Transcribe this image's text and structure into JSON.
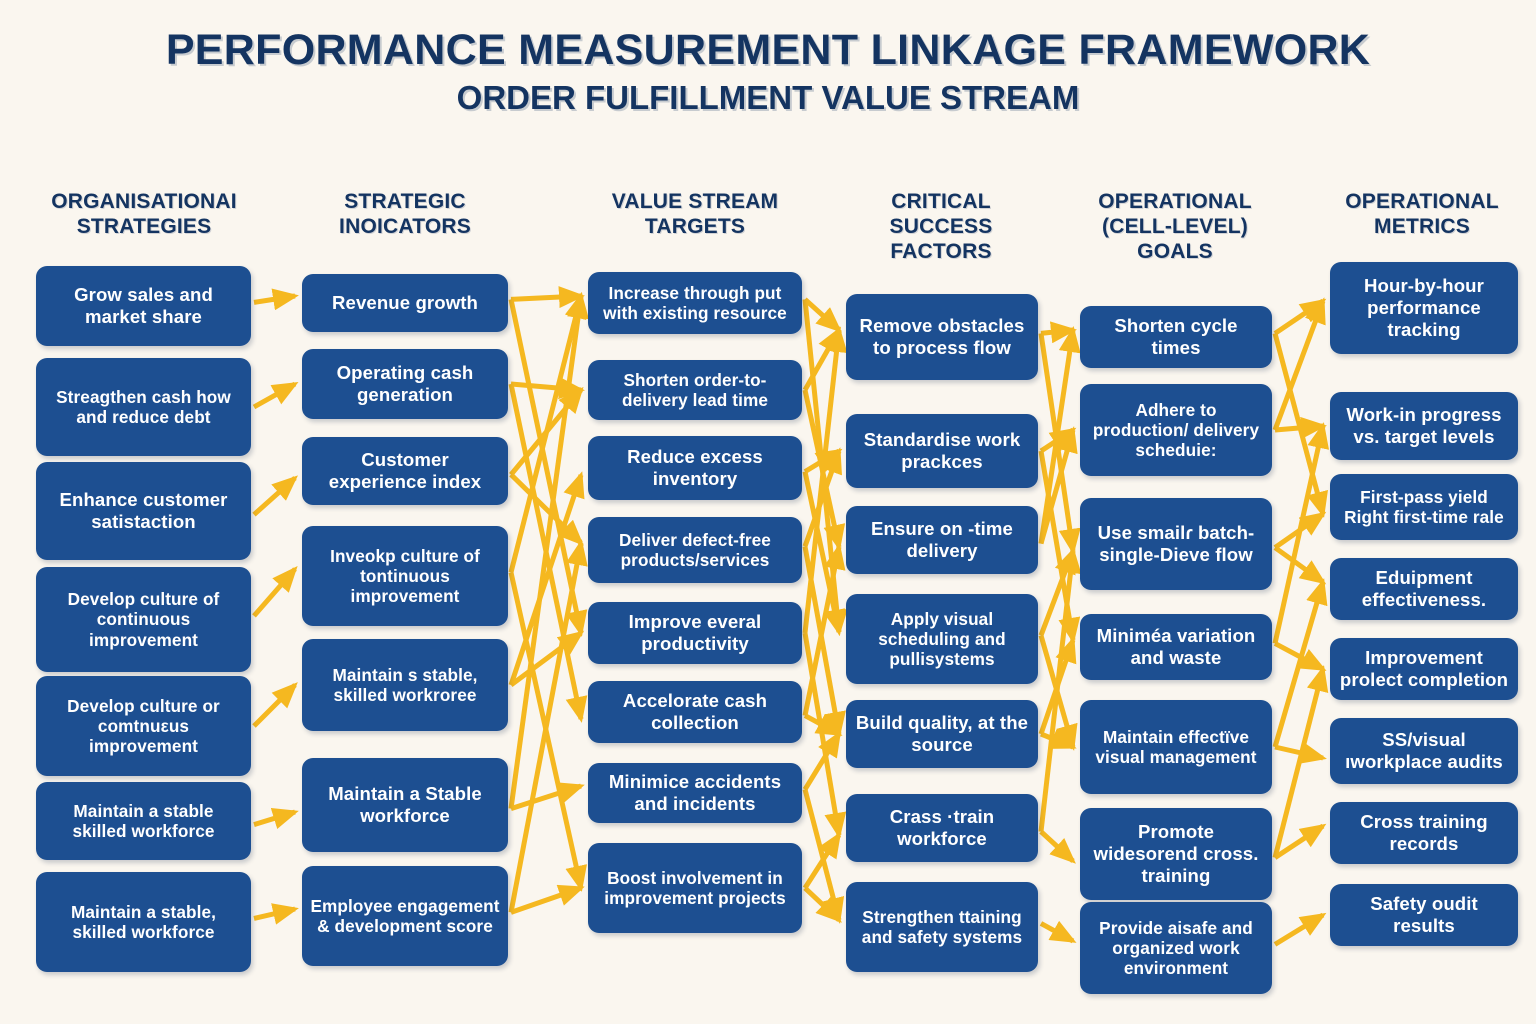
{
  "title": {
    "main": "PERFORMANCE MEASUREMENT LINKAGE FRAMEWORK",
    "sub": "ORDER FULFILLMENT VALUE STREAM"
  },
  "colors": {
    "background": "#faf6ef",
    "node_fill": "#1d4f91",
    "node_text": "#ffffff",
    "heading_text": "#143461",
    "arrow": "#f5b820"
  },
  "columns": [
    {
      "id": "organisational-strategies",
      "header": "ORGANISATIONAI STRATEGIES",
      "nodes": [
        "Grow sales and market share",
        "Streagthen cash how and reduce debt",
        "Enhance customer satistaction",
        "Develop culture of continuous improvement",
        "Develop culture or comtnuεus improvement",
        "Maintain a stable skilled workforce",
        "Maintain a stable, skilled workforce"
      ]
    },
    {
      "id": "strategic-indicators",
      "header": "STRATEGIC INOICATORS",
      "nodes": [
        "Revenue growth",
        "Operating cash generation",
        "Customer experience index",
        "Inveokp culture of tontinuous improvement",
        "Maintain s stable, skilled workroree",
        "Maintain a Stable workforce",
        "Employee engagement & development score"
      ]
    },
    {
      "id": "value-stream-targets",
      "header": "VALUE STREAM TARGETS",
      "nodes": [
        "Increase through put with existing resource",
        "Shorten order-to-delivery lead time",
        "Reduce excess inventory",
        "Deliver defect-free products/services",
        "Improve everal productivity",
        "Accelorate cash collection",
        "Minimice accidents and incidents",
        "Boost involvement in improvement projects"
      ]
    },
    {
      "id": "critical-success-factors",
      "header": "CRITICAL SUCCESS FACTORS",
      "nodes": [
        "Remove obstacles to process flow",
        "Standardise work prackces",
        "Ensure on -time delivery",
        "Apply visual scheduling and pullisystems",
        "Build quality, at the source",
        "Crass ·train workforce",
        "Strengthen ttaining and safety systems"
      ]
    },
    {
      "id": "operational-cell-level-goals",
      "header": "OPERATIONAL (CELL-LEVEL) GOALS",
      "nodes": [
        "Shorten cycle times",
        "Adhere to production/ delivery scheduie:",
        "Use smailɾ batch-single-Dieve flow",
        "Miniméa variation and waste",
        "Maintain effectïve visual management",
        "Promote widesorend cross. training",
        "Provide aisafe and organized work environment"
      ]
    },
    {
      "id": "operational-metrics",
      "header": "OPERATIONAL METRICS",
      "nodes": [
        "Hour-by-hour performance tracking",
        "Work-in progress vs. target levels",
        "First-pass yield Right first-time rale",
        "Eduipment effectiveness.",
        "Improvement prolect completion",
        "SS/visual ıworkplace audits",
        "Cross training records",
        "Safety oudit results"
      ]
    }
  ]
}
